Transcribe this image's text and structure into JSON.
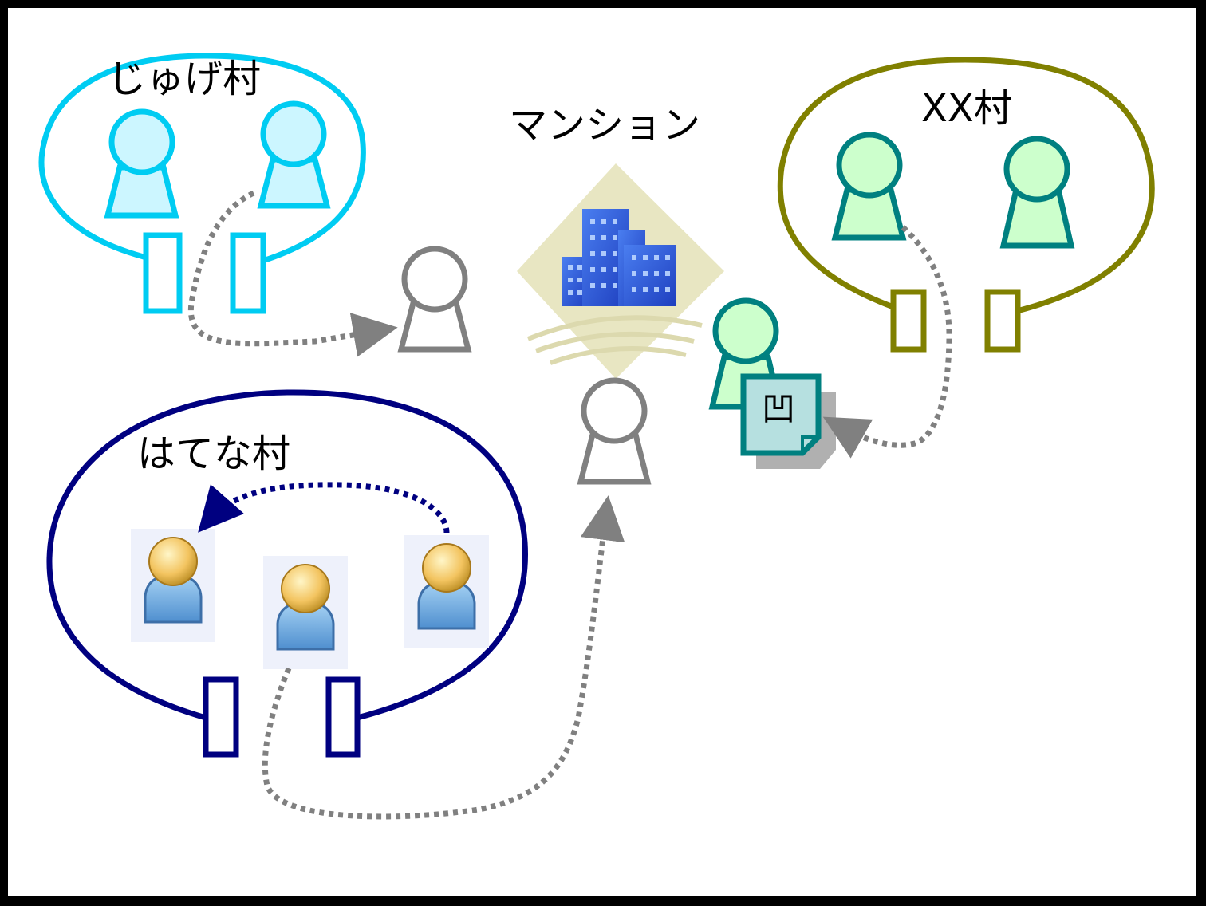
{
  "villages": {
    "jyuge": {
      "label": "じゅげ村",
      "color": "#00ccf2"
    },
    "xx": {
      "label": "XX村",
      "color": "#808000"
    },
    "hatena": {
      "label": "はてな村",
      "color": "#000080"
    }
  },
  "mansion": {
    "label": "マンション"
  },
  "document_icon": {
    "glyph": "凹"
  },
  "colors": {
    "jyuge_person_fill": "#ccf6ff",
    "xx_person_fill": "#ccffcc",
    "xx_person_stroke": "#008080",
    "empty_person_stroke": "#808080",
    "arrow_gray": "#808080",
    "arrow_navy": "#000080"
  }
}
